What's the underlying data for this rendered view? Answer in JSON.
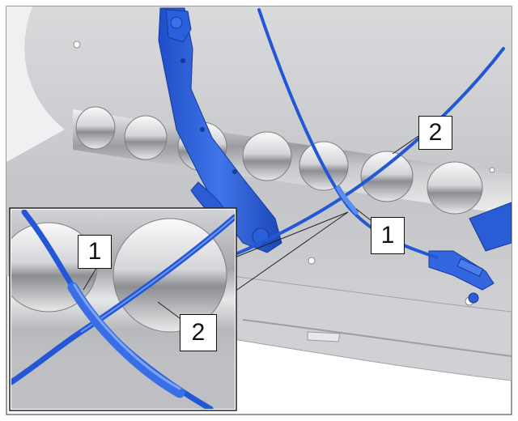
{
  "callouts": {
    "main_1": "1",
    "main_2": "2",
    "inset_1": "1",
    "inset_2": "2"
  },
  "colors": {
    "cable_blue": "#2457d6",
    "cable_highlight": "#5b8cf0",
    "panel_gray": "#bfc1c4",
    "panel_dark": "#8f9296",
    "panel_light": "#e4e5e7",
    "outline": "#222222"
  }
}
